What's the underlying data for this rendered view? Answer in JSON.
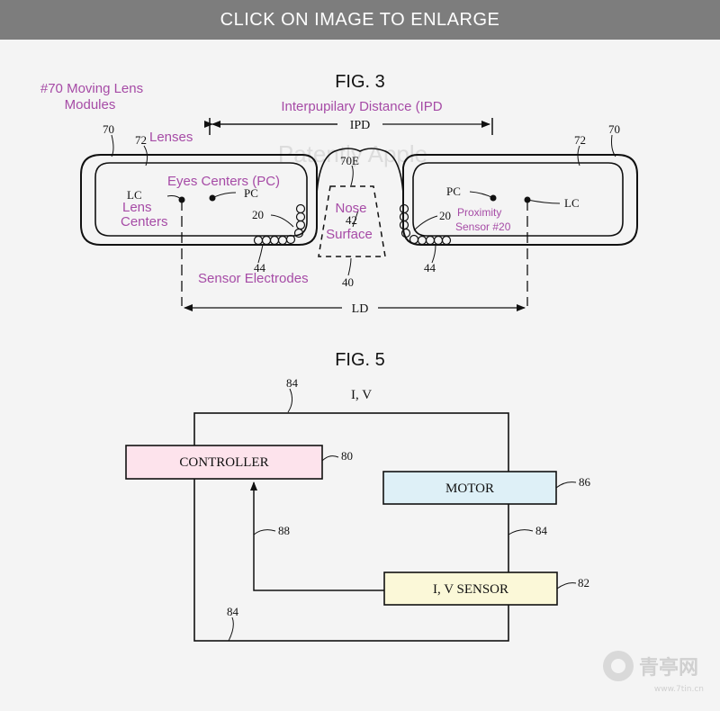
{
  "banner": {
    "text": "CLICK ON IMAGE TO ENLARGE"
  },
  "watermark": {
    "text": "Patently Apple"
  },
  "fig3": {
    "title": "FIG. 3",
    "annotations": {
      "moving_lens_line1": "#70 Moving Lens",
      "moving_lens_line2": "Modules",
      "ipd_caption": "Interpupilary Distance (IPD",
      "lenses": "Lenses",
      "eyes_centers": "Eyes Centers (PC)",
      "lens_centers_line1": "Lens",
      "lens_centers_line2": "Centers",
      "nose_line1": "Nose",
      "nose_line2": "Surface",
      "proximity_line1": "Proximity",
      "proximity_line2": "Sensor #20",
      "sensor_electrodes": "Sensor Electrodes"
    },
    "labels": {
      "ipd": "IPD",
      "ld": "LD",
      "pc": "PC",
      "lc": "LC",
      "ref_70": "70",
      "ref_72": "72",
      "ref_70e": "70E",
      "ref_20": "20",
      "ref_42": "42",
      "ref_44": "44",
      "ref_40": "40"
    }
  },
  "fig5": {
    "title": "FIG. 5",
    "iv_label": "I, V",
    "blocks": {
      "controller": "CONTROLLER",
      "motor": "MOTOR",
      "iv_sensor": "I, V SENSOR"
    },
    "refs": {
      "r84": "84",
      "r80": "80",
      "r86": "86",
      "r88": "88",
      "r82": "82"
    },
    "colors": {
      "controller_fill": "#fde3ec",
      "motor_fill": "#def0f7",
      "sensor_fill": "#fbf8d8"
    }
  },
  "logo": {
    "text": "青亭网",
    "sub": "www.7tin.cn"
  }
}
